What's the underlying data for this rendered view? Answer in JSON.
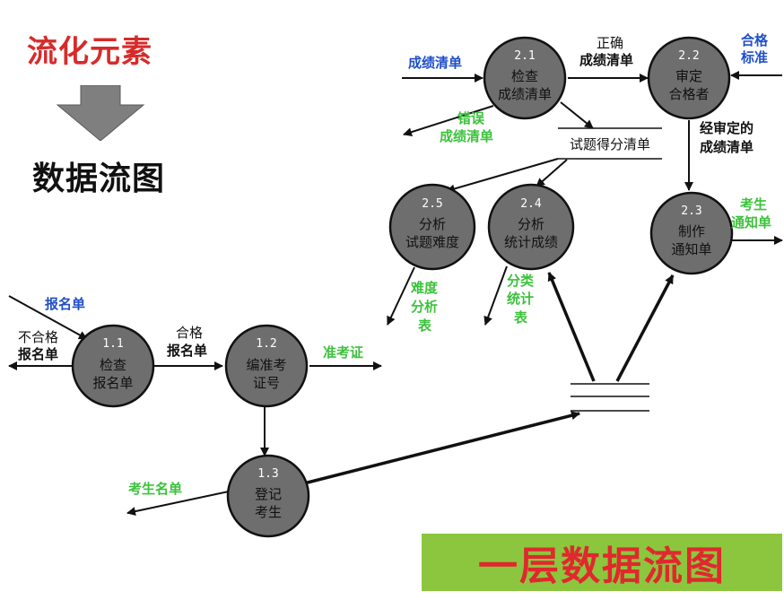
{
  "headings": {
    "top": "流化元素",
    "middle": "数据流图",
    "banner": "一层数据流图"
  },
  "processes": {
    "p11": {
      "id": "1.1",
      "line1": "检查",
      "line2": "报名单"
    },
    "p12": {
      "id": "1.2",
      "line1": "编准考",
      "line2": "证号"
    },
    "p13": {
      "id": "1.3",
      "line1": "登记",
      "line2": "考生"
    },
    "p21": {
      "id": "2.1",
      "line1": "检查",
      "line2": "成绩清单"
    },
    "p22": {
      "id": "2.2",
      "line1": "审定",
      "line2": "合格者"
    },
    "p23": {
      "id": "2.3",
      "line1": "制作",
      "line2": "通知单"
    },
    "p24": {
      "id": "2.4",
      "line1": "分析",
      "line2": "统计成绩"
    },
    "p25": {
      "id": "2.5",
      "line1": "分析",
      "line2": "试题难度"
    }
  },
  "stores": {
    "scores": "试题得分清单"
  },
  "flows": {
    "baomingdan": "报名单",
    "buhege_1": "不合格",
    "buhege_2": "报名单",
    "hege_1": "合格",
    "hege_2": "报名单",
    "zhunkaozheng": "准考证",
    "kaoshengmingdan": "考生名单",
    "chengjiqingdan": "成绩清单",
    "zhengque_1": "正确",
    "zhengque_2": "成绩清单",
    "hegebiaozhun_1": "合格",
    "hegebiaozhun_2": "标准",
    "cuowu_1": "错误",
    "cuowu_2": "成绩清单",
    "jingshending_1": "经审定的",
    "jingshending_2": "成绩清单",
    "kaoshengtongzhi_1": "考生",
    "kaoshengtongzhi_2": "通知单",
    "nandu_1": "难度",
    "nandu_2": "分析",
    "nandu_3": "表",
    "fenlei_1": "分类",
    "fenlei_2": "统计",
    "fenlei_3": "表"
  },
  "colors": {
    "process_fill": "#6e6e6e",
    "flow_blue": "#1f4fc8",
    "flow_green": "#3cc23c",
    "title_red": "#d62b2b",
    "banner_green": "#8cc63e"
  }
}
